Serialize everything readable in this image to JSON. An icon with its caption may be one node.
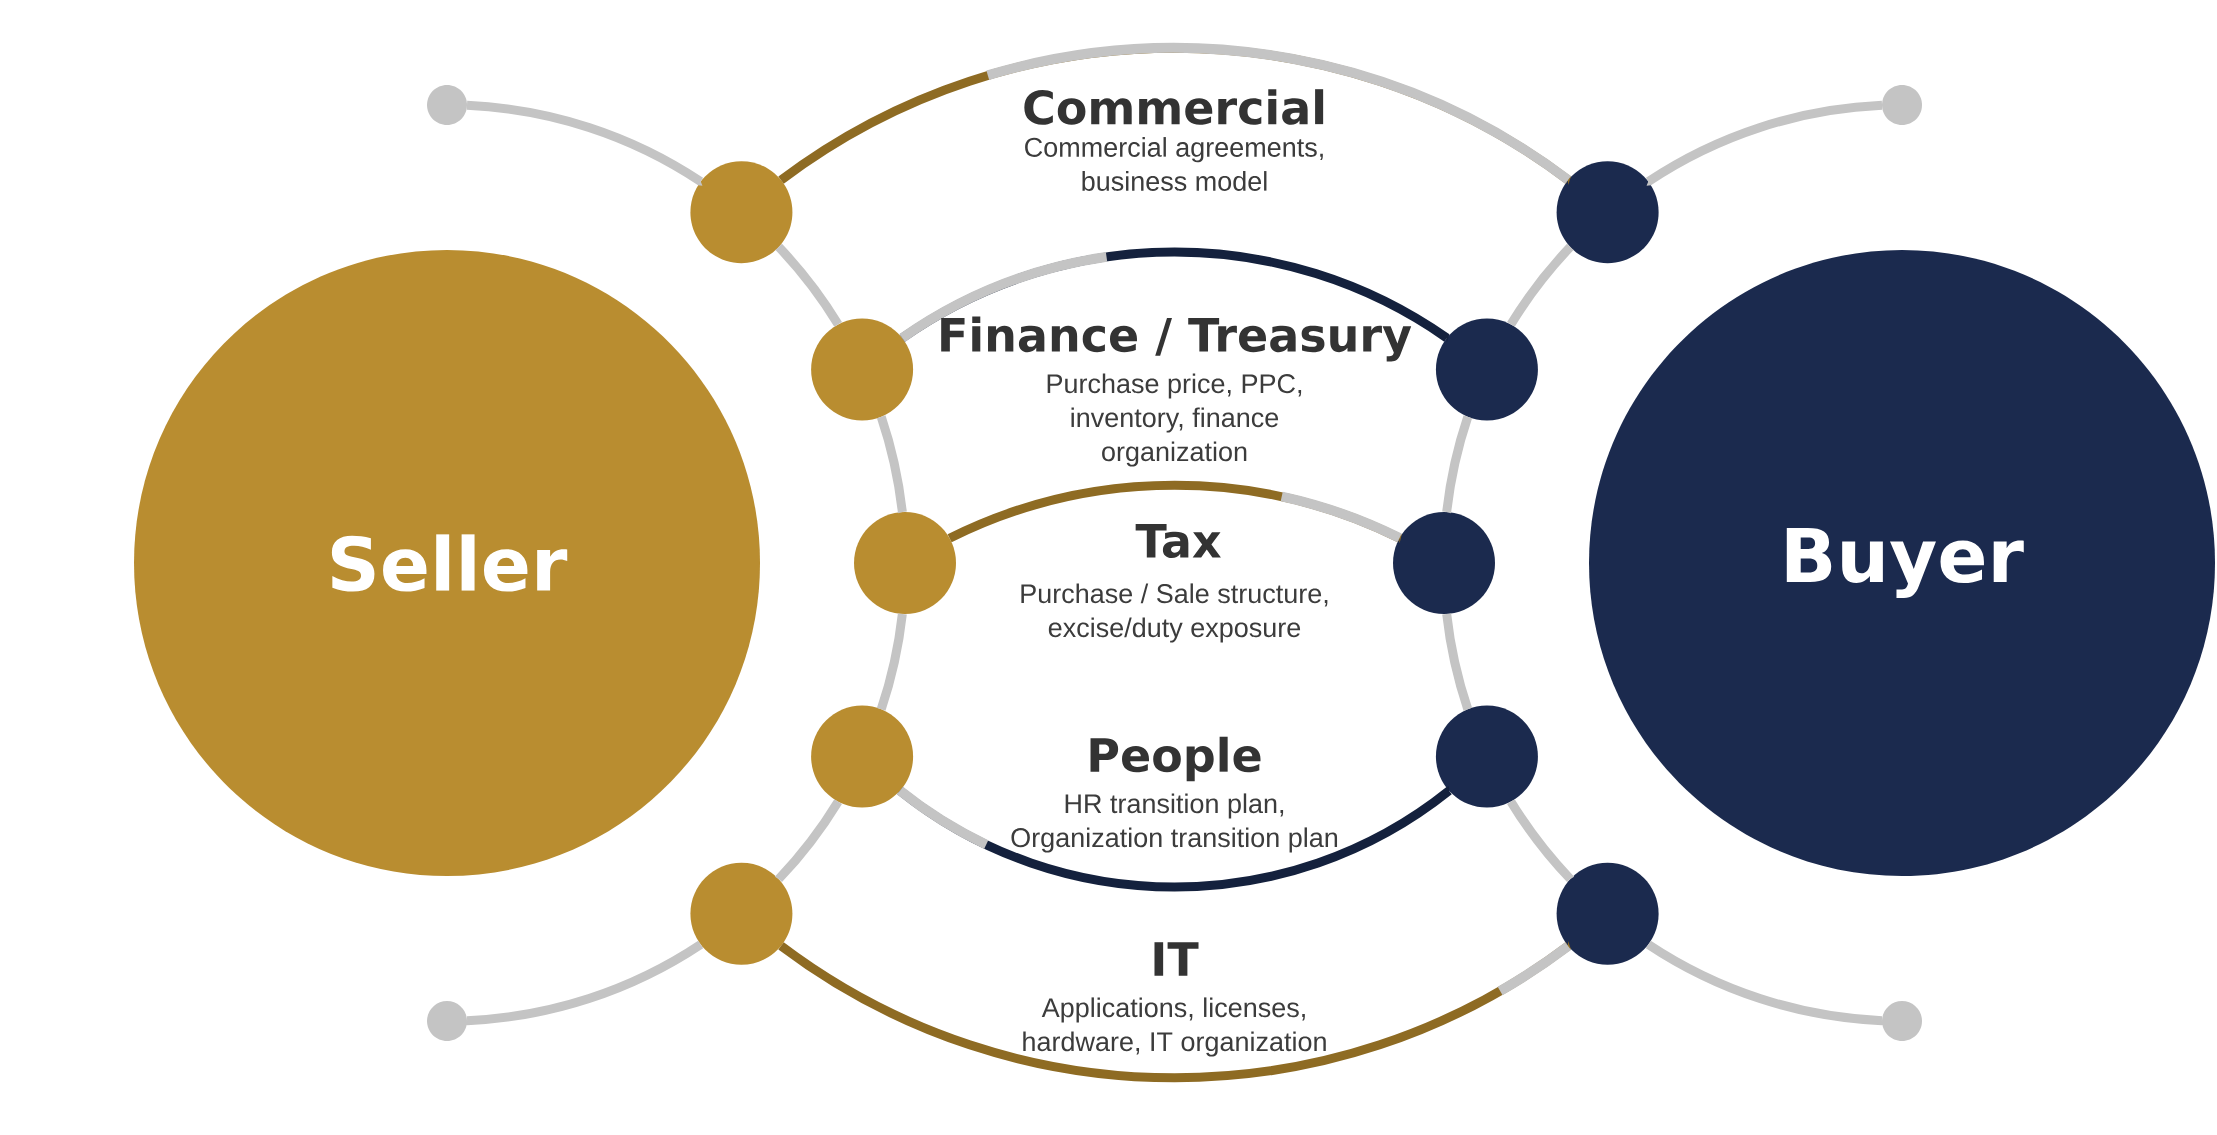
{
  "diagram": {
    "nodes": [
      {
        "text": [
          "Seller"
        ]
      },
      {
        "text": [
          "Buyer"
        ]
      },
      {
        "text": [],
        "shape": "circle"
      },
      {
        "text": [],
        "shape": "circle"
      },
      {
        "text": [],
        "shape": "circle"
      },
      {
        "text": [],
        "shape": "circle"
      },
      {
        "text": [],
        "shape": "circle"
      },
      {
        "text": [],
        "shape": "circle"
      },
      {
        "text": [],
        "shape": "circle"
      },
      {
        "text": [],
        "shape": "circle"
      },
      {
        "text": [],
        "shape": "circle"
      },
      {
        "text": [],
        "shape": "circle"
      },
      {
        "text": [],
        "shape": "circle"
      },
      {
        "text": [],
        "shape": "circle"
      },
      {
        "text": [],
        "shape": "circle"
      },
      {
        "text": [],
        "shape": "circle"
      }
    ],
    "edges": [
      {
        "from": 2,
        "to": 7,
        "arrow": "none",
        "color": "#8e6b23"
      },
      {
        "from": 3,
        "to": 8,
        "arrow": "none",
        "color": "#14213d"
      },
      {
        "from": 4,
        "to": 9,
        "arrow": "none",
        "color": "#8e6b23"
      },
      {
        "from": 5,
        "to": 10,
        "arrow": "none",
        "color": "#14213d"
      },
      {
        "from": 6,
        "to": 11,
        "arrow": "none",
        "color": "#8e6b23"
      },
      {
        "from": 12,
        "to": 2,
        "arrow": "none"
      },
      {
        "from": 2,
        "to": 3,
        "arrow": "none"
      },
      {
        "from": 3,
        "to": 4,
        "arrow": "none"
      },
      {
        "from": 4,
        "to": 5,
        "arrow": "none"
      },
      {
        "from": 5,
        "to": 6,
        "arrow": "none"
      },
      {
        "from": 6,
        "to": 13,
        "arrow": "none"
      },
      {
        "from": 14,
        "to": 7,
        "arrow": "none"
      },
      {
        "from": 7,
        "to": 8,
        "arrow": "none"
      },
      {
        "from": 8,
        "to": 9,
        "arrow": "none"
      },
      {
        "from": 9,
        "to": 10,
        "arrow": "none"
      },
      {
        "from": 10,
        "to": 11,
        "arrow": "none"
      },
      {
        "from": 11,
        "to": 15,
        "arrow": "none"
      }
    ],
    "labels": [
      "Commercial",
      "Commercial agreements, business model",
      "Finance / Treasury",
      "Purchase price, PPC, inventory, finance organization",
      "Tax",
      "Purchase / Sale structure, excise/duty exposure",
      "People",
      "HR transition plan, Organization transition plan",
      "IT",
      "Applications, licenses, hardware, IT organization"
    ]
  }
}
